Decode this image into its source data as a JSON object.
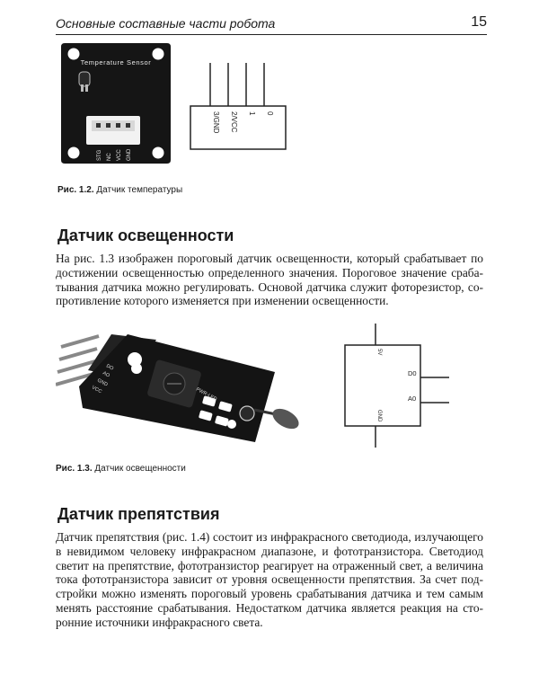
{
  "header": {
    "title": "Основные составные части робота",
    "page_number": "15"
  },
  "figure_1_2": {
    "caption_label": "Рис. 1.2.",
    "caption_text": "Датчик температуры",
    "board_label": "Temperature Sensor",
    "board_pins": [
      "STG",
      "NC",
      "VCC",
      "GND"
    ],
    "schematic_pins": [
      "0",
      "1",
      "2/VCC",
      "3/GND"
    ]
  },
  "section_light": {
    "heading": "Датчик освещенности",
    "paragraph_lines": [
      "На рис. 1.3 изображен пороговый датчик освещенности, который срабатывает по",
      "достижении освещенностью определенного значения. Пороговое значение сраба-",
      "тывания датчика можно регулировать. Основой датчика служит фоторезистор, со-",
      "противление которого изменяется при изменении освещенности."
    ]
  },
  "figure_1_3": {
    "caption_label": "Рис. 1.3.",
    "caption_text": "Датчик освещенности",
    "board_pins": [
      "DO",
      "AO",
      "GND",
      "VCC"
    ],
    "board_marking": "PWR-LED",
    "schematic_top": "5V",
    "schematic_bottom": "GND",
    "schematic_outputs": [
      "D0",
      "A0"
    ]
  },
  "section_obstacle": {
    "heading": "Датчик препятствия",
    "paragraph_lines": [
      "Датчик препятствия (рис. 1.4) состоит из инфракрасного светодиода, излучающего",
      "в невидимом человеку инфракрасном диапазоне, и фототранзистора. Светодиод",
      "светит на препятствие, фототранзистор реагирует на отраженный свет, а величина",
      "тока фототранзистора зависит от уровня освещенности препятствия. За счет под-",
      "стройки можно изменять пороговый уровень срабатывания датчика и тем самым",
      "менять расстояние срабатывания. Недостатком датчика является реакция на сто-",
      "ронние источники инфракрасного света."
    ]
  }
}
